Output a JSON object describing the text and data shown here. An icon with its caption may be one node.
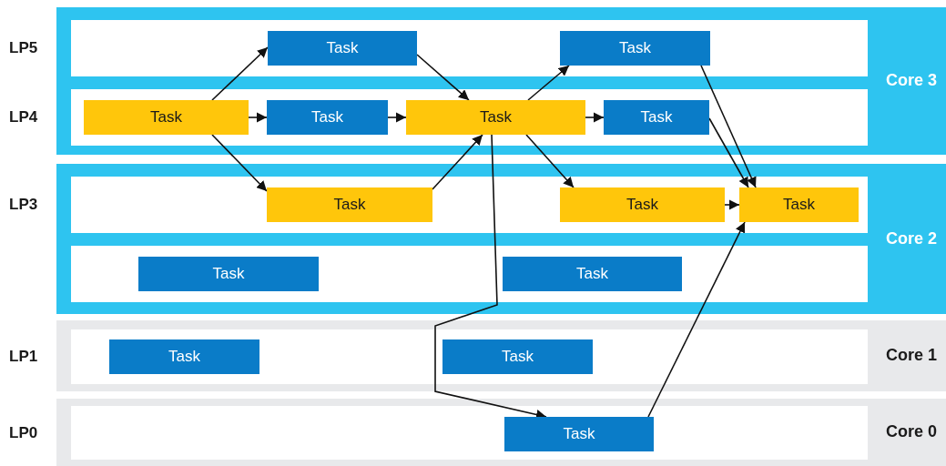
{
  "diagram": {
    "nodes": [
      {
        "text": [
          "Core 3"
        ]
      },
      {
        "text": [],
        "shape": "bar",
        "in": 0,
        "beside": [
          "LP5"
        ]
      },
      {
        "text": [
          "Task"
        ],
        "in": 1
      },
      {
        "text": [
          "Task"
        ],
        "in": 1
      },
      {
        "text": [],
        "shape": "bar",
        "in": 0,
        "beside": [
          "LP4"
        ]
      },
      {
        "text": [
          "Task"
        ],
        "in": 4
      },
      {
        "text": [
          "Task"
        ],
        "in": 4
      },
      {
        "text": [
          "Task"
        ],
        "in": 4
      },
      {
        "text": [
          "Task"
        ],
        "in": 4
      },
      {
        "text": [
          "Core 2"
        ]
      },
      {
        "text": [],
        "shape": "bar",
        "in": 9,
        "beside": [
          "LP3"
        ]
      },
      {
        "text": [
          "Task"
        ],
        "in": 10
      },
      {
        "text": [
          "Task"
        ],
        "in": 10
      },
      {
        "text": [
          "Task"
        ],
        "in": 10
      },
      {
        "text": [],
        "shape": "bar",
        "in": 9
      },
      {
        "text": [
          "Task"
        ],
        "in": 14
      },
      {
        "text": [
          "Task"
        ],
        "in": 14
      },
      {
        "text": [
          "Core 1"
        ]
      },
      {
        "text": [],
        "shape": "bar",
        "in": 17,
        "beside": [
          "LP1"
        ]
      },
      {
        "text": [
          "Task"
        ],
        "in": 18
      },
      {
        "text": [
          "Task"
        ],
        "in": 18
      },
      {
        "text": [
          "Core 0"
        ]
      },
      {
        "text": [],
        "shape": "bar",
        "in": 21,
        "beside": [
          "LP0"
        ]
      },
      {
        "text": [
          "Task"
        ],
        "in": 22
      }
    ],
    "edges": [
      {
        "from": 5,
        "to": 2,
        "arrow": "to"
      },
      {
        "from": 5,
        "to": 6,
        "arrow": "to"
      },
      {
        "from": 5,
        "to": 11,
        "arrow": "to"
      },
      {
        "from": 2,
        "to": 7,
        "arrow": "to"
      },
      {
        "from": 6,
        "to": 7,
        "arrow": "to"
      },
      {
        "from": 11,
        "to": 7,
        "arrow": "to"
      },
      {
        "from": 7,
        "to": 3,
        "arrow": "to"
      },
      {
        "from": 7,
        "to": 8,
        "arrow": "to"
      },
      {
        "from": 7,
        "to": 12,
        "arrow": "to"
      },
      {
        "from": 7,
        "to": 23,
        "arrow": "to"
      },
      {
        "from": 3,
        "to": 13,
        "arrow": "to"
      },
      {
        "from": 8,
        "to": 13,
        "arrow": "to"
      },
      {
        "from": 12,
        "to": 13,
        "arrow": "to"
      },
      {
        "from": 23,
        "to": 13,
        "arrow": "to"
      }
    ]
  }
}
